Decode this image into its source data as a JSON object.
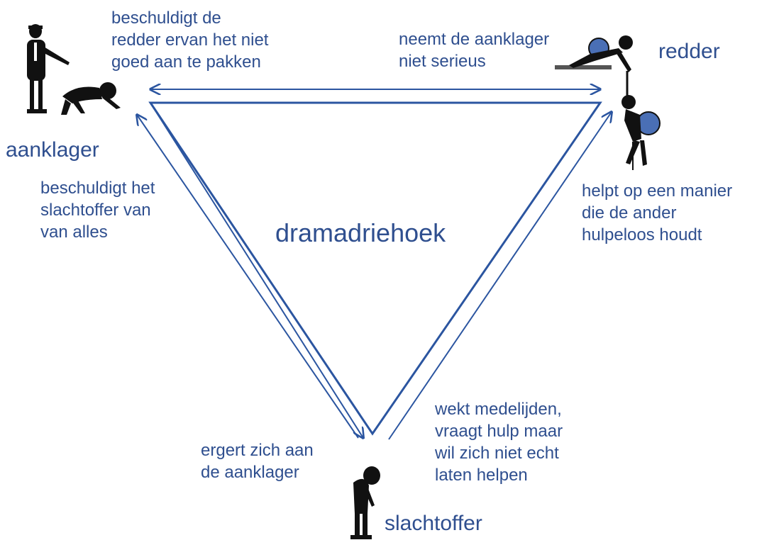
{
  "center_label": "dramadriehoek",
  "roles": {
    "aanklager": "aanklager",
    "redder": "redder",
    "slachtoffer": "slachtoffer"
  },
  "edges": {
    "aanklager_to_redder": "beschuldigt de\nredder ervan het niet\ngoed aan te pakken",
    "redder_to_aanklager": "neemt de aanklager\nniet serieus",
    "aanklager_to_slachtoffer": "beschuldigt het\nslachtoffer van\nvan alles",
    "redder_to_slachtoffer": "helpt op een manier\ndie de ander\nhulpeloos houdt",
    "slachtoffer_to_aanklager": "ergert zich aan\nde aanklager",
    "slachtoffer_to_redder": "wekt medelijden,\nvraagt hulp maar\nwil zich niet echt\nlaten helpen"
  },
  "colors": {
    "line": "#2b55a0",
    "text": "#2f4f8f",
    "figure": "#111111",
    "backpack": "#4a6fb5"
  },
  "icons": [
    "pointing-person-icon",
    "kneeling-person-icon",
    "climber-helper-icon",
    "climber-icon",
    "slumped-person-icon"
  ]
}
